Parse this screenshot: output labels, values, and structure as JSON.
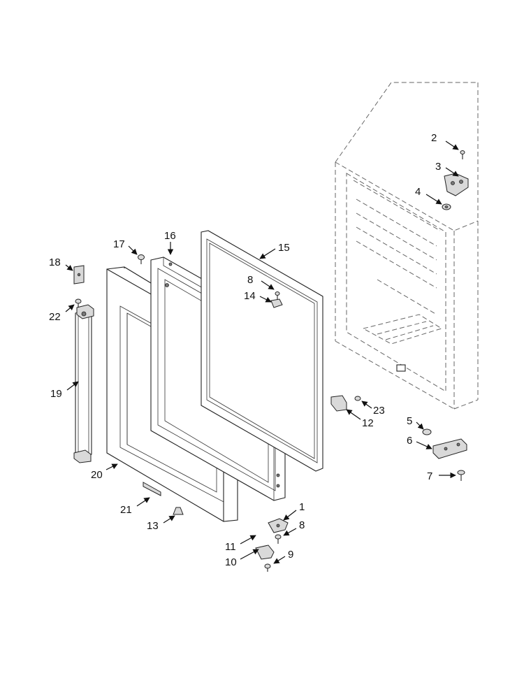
{
  "diagram": {
    "callouts": [
      {
        "id": "c2",
        "text": "2"
      },
      {
        "id": "c3",
        "text": "3"
      },
      {
        "id": "c4",
        "text": "4"
      },
      {
        "id": "c16",
        "text": "16"
      },
      {
        "id": "c17",
        "text": "17"
      },
      {
        "id": "c15",
        "text": "15"
      },
      {
        "id": "c18",
        "text": "18"
      },
      {
        "id": "c8a",
        "text": "8"
      },
      {
        "id": "c14",
        "text": "14"
      },
      {
        "id": "c22",
        "text": "22"
      },
      {
        "id": "c19",
        "text": "19"
      },
      {
        "id": "c23",
        "text": "23"
      },
      {
        "id": "c12",
        "text": "12"
      },
      {
        "id": "c5",
        "text": "5"
      },
      {
        "id": "c6",
        "text": "6"
      },
      {
        "id": "c7",
        "text": "7"
      },
      {
        "id": "c20",
        "text": "20"
      },
      {
        "id": "c1",
        "text": "1"
      },
      {
        "id": "c21",
        "text": "21"
      },
      {
        "id": "c13",
        "text": "13"
      },
      {
        "id": "c8b",
        "text": "8"
      },
      {
        "id": "c11",
        "text": "11"
      },
      {
        "id": "c10",
        "text": "10"
      },
      {
        "id": "c9",
        "text": "9"
      }
    ]
  }
}
